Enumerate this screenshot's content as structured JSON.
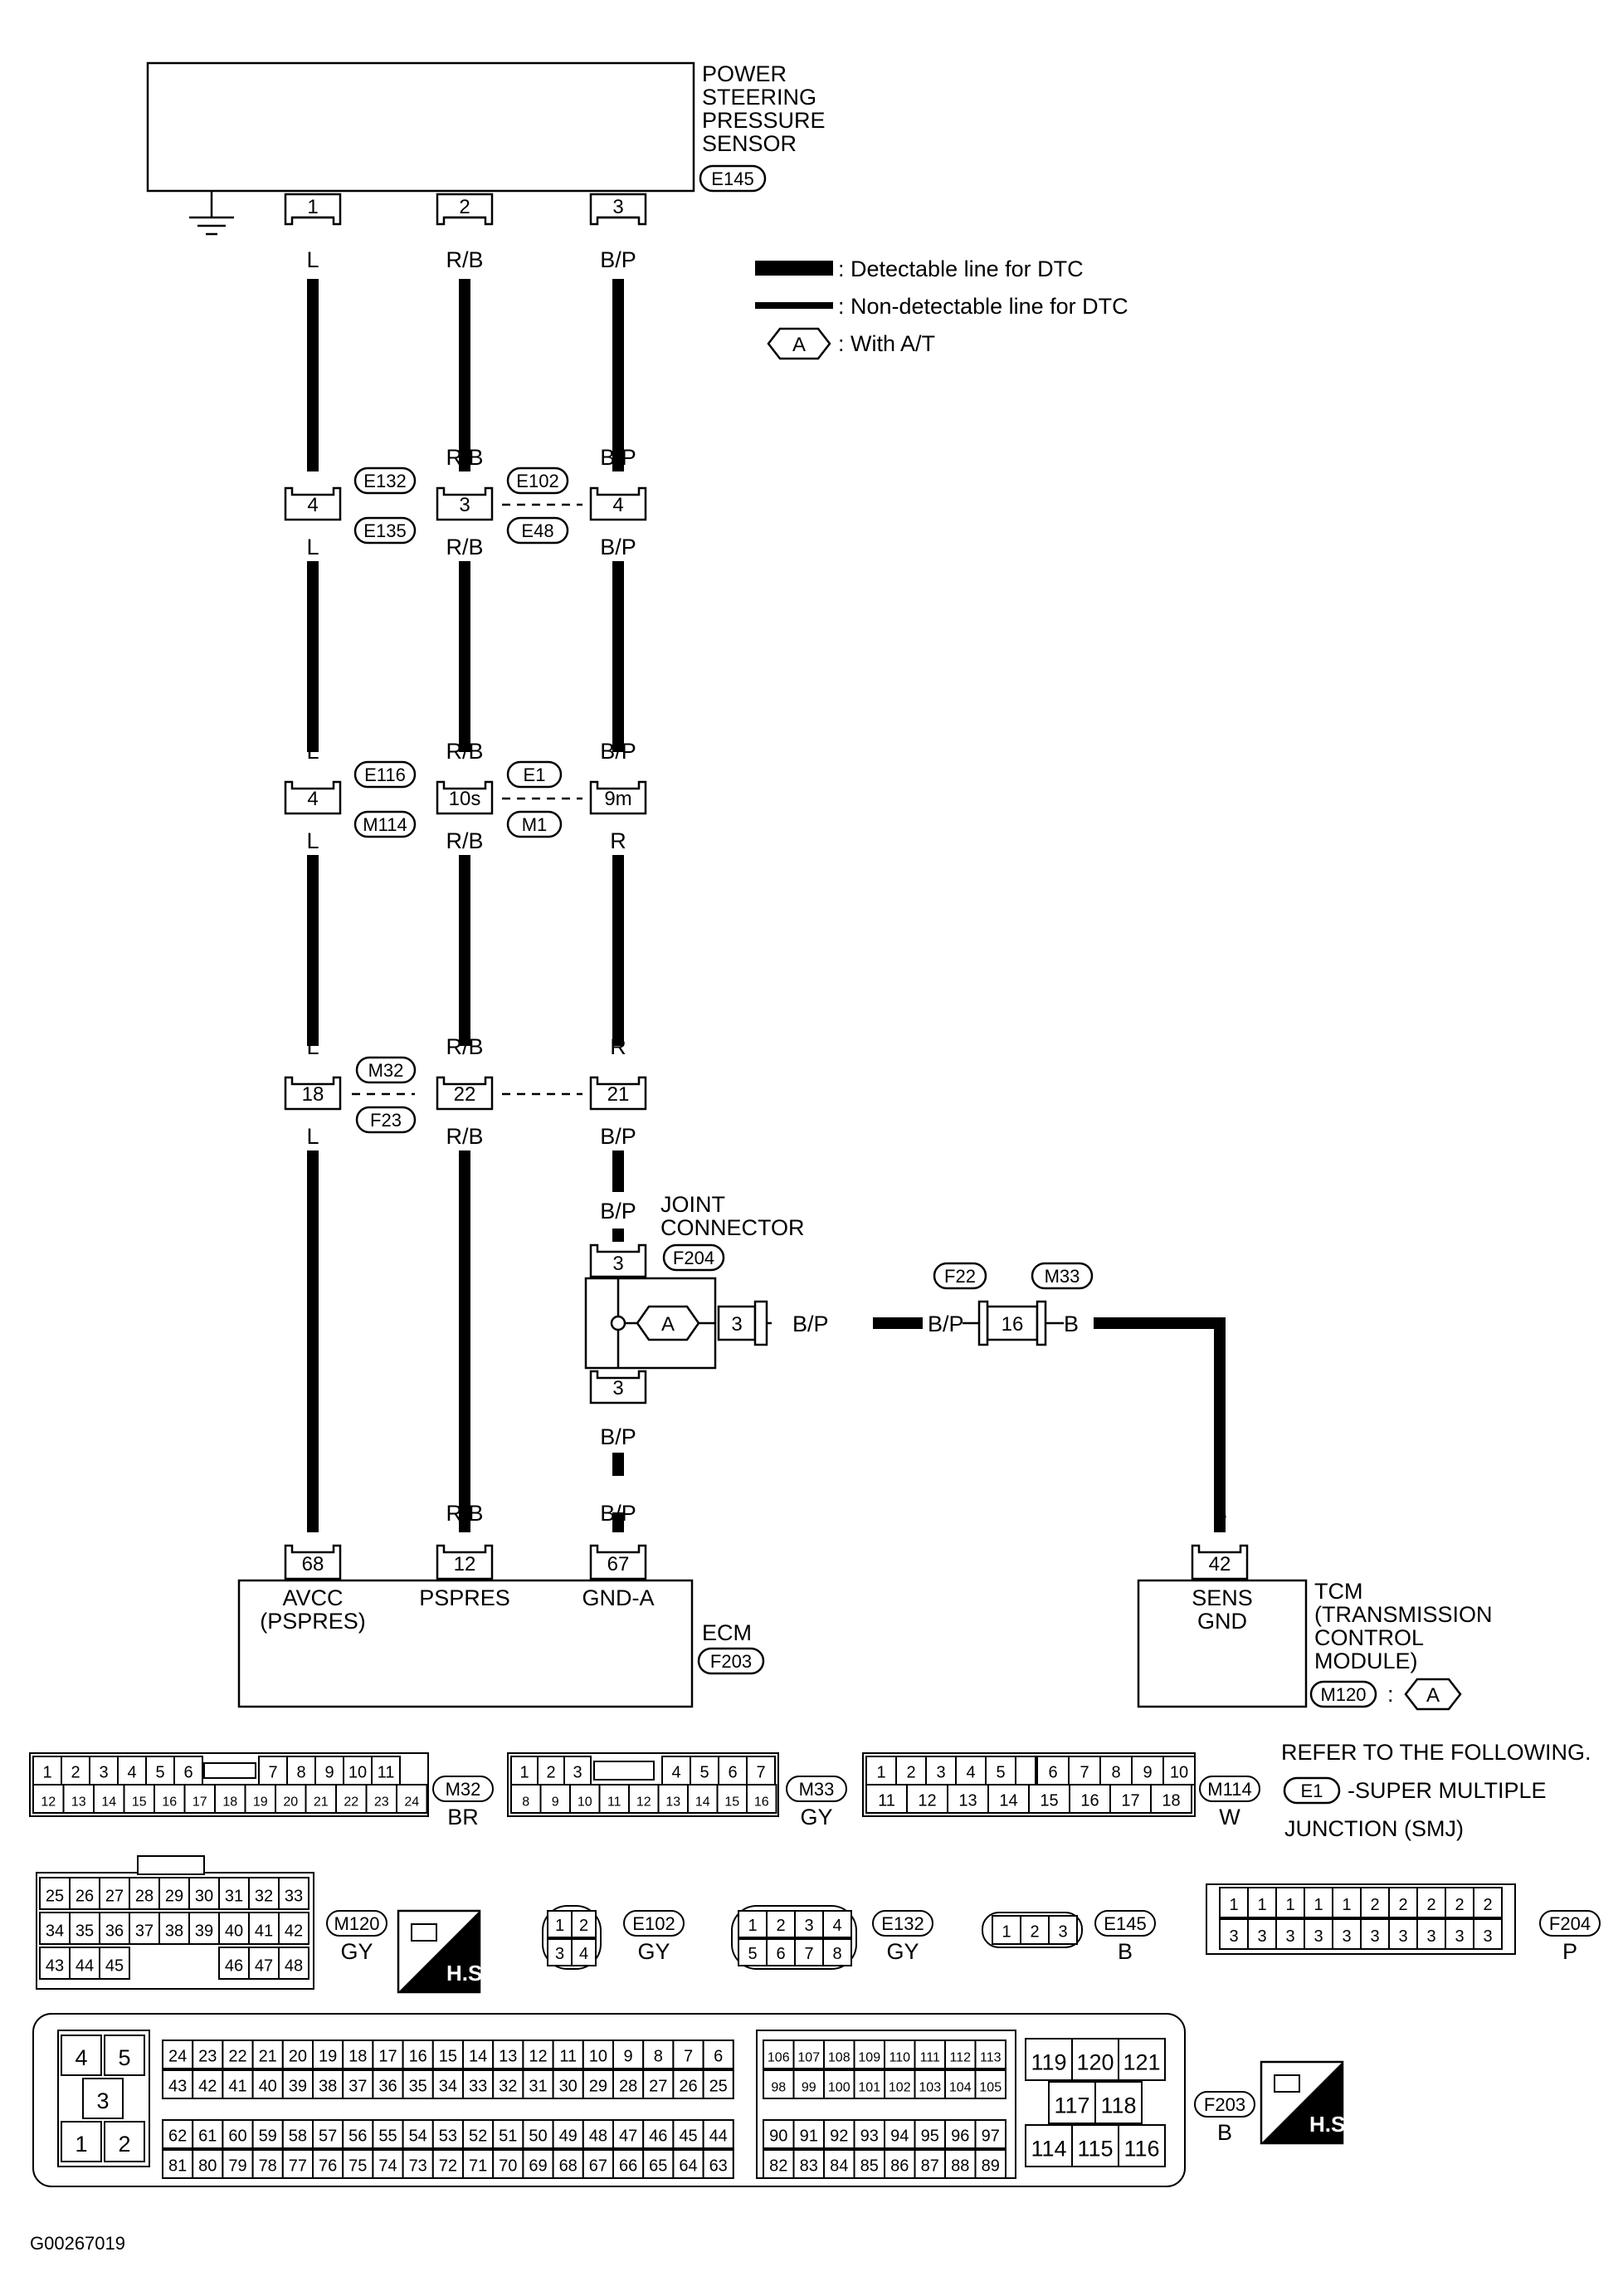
{
  "sensor": {
    "name": [
      "POWER",
      "STEERING",
      "PRESSURE",
      "SENSOR"
    ],
    "code": "E145",
    "pins": [
      "1",
      "2",
      "3"
    ]
  },
  "legend": {
    "detectable": ": Detectable line for DTC",
    "nondetectable": ": Non-detectable line for DTC",
    "symbol": "A",
    "with_at": ": With A/T"
  },
  "wires": {
    "l": "L",
    "rb": "R/B",
    "bp": "B/P",
    "r": "R",
    "b": "B"
  },
  "junctions": {
    "j1": {
      "pins": [
        "4",
        "3",
        "4"
      ],
      "codes": [
        "E132",
        "E135",
        "E102",
        "E48"
      ]
    },
    "j2": {
      "pins": [
        "4",
        "10s",
        "9m"
      ],
      "codes": [
        "E116",
        "M114",
        "E1",
        "M1"
      ]
    },
    "j3": {
      "pins": [
        "18",
        "22",
        "21"
      ],
      "codes": [
        "M32",
        "F23"
      ]
    }
  },
  "joint": {
    "title": [
      "JOINT",
      "CONNECTOR"
    ],
    "code": "F204",
    "pin_top": "3",
    "pin_bottom": "3",
    "pin_right": "3",
    "symbol": "A"
  },
  "f22": {
    "code": "F22",
    "code2": "M33",
    "pin": "16"
  },
  "ecm": {
    "pins": [
      "68",
      "12",
      "67"
    ],
    "labels": [
      "AVCC",
      "(PSPRES)",
      "PSPRES",
      "GND-A"
    ],
    "name": "ECM",
    "code": "F203"
  },
  "tcm": {
    "pin": "42",
    "labels": [
      "SENS",
      "GND"
    ],
    "name": [
      "TCM",
      "(TRANSMISSION",
      "CONTROL",
      "MODULE)"
    ],
    "code": "M120",
    "suffix": ":",
    "symbol": "A"
  },
  "connectors": {
    "m32": {
      "code": "M32",
      "color": "BR",
      "top": [
        "1",
        "2",
        "3",
        "4",
        "5",
        "6",
        "7",
        "8",
        "9",
        "10",
        "11"
      ],
      "bottom": [
        "12",
        "13",
        "14",
        "15",
        "16",
        "17",
        "18",
        "19",
        "20",
        "21",
        "22",
        "23",
        "24"
      ]
    },
    "m33": {
      "code": "M33",
      "color": "GY",
      "top": [
        "1",
        "2",
        "3",
        "4",
        "5",
        "6",
        "7"
      ],
      "bottom": [
        "8",
        "9",
        "10",
        "11",
        "12",
        "13",
        "14",
        "15",
        "16"
      ]
    },
    "m114": {
      "code": "M114",
      "color": "W",
      "top": [
        "1",
        "2",
        "3",
        "4",
        "5",
        "6",
        "7",
        "8",
        "9",
        "10"
      ],
      "bottom": [
        "11",
        "12",
        "13",
        "14",
        "15",
        "16",
        "17",
        "18"
      ]
    },
    "m120": {
      "code": "M120",
      "color": "GY",
      "row1": [
        "25",
        "26",
        "27",
        "28",
        "29",
        "30",
        "31",
        "32",
        "33"
      ],
      "row2": [
        "34",
        "35",
        "36",
        "37",
        "38",
        "39",
        "40",
        "41",
        "42"
      ],
      "row3a": [
        "43",
        "44",
        "45"
      ],
      "row3b": [
        "46",
        "47",
        "48"
      ]
    },
    "e102": {
      "code": "E102",
      "color": "GY",
      "pins": [
        "1",
        "2",
        "3",
        "4"
      ]
    },
    "e132": {
      "code": "E132",
      "color": "GY",
      "pins": [
        "1",
        "2",
        "3",
        "4",
        "5",
        "6",
        "7",
        "8"
      ]
    },
    "e145": {
      "code": "E145",
      "color": "B",
      "pins": [
        "1",
        "2",
        "3"
      ]
    },
    "f204": {
      "code": "F204",
      "color": "P",
      "top": [
        "1",
        "1",
        "1",
        "1",
        "1",
        "2",
        "2",
        "2",
        "2",
        "2"
      ],
      "bottom": [
        "3",
        "3",
        "3",
        "3",
        "3",
        "3",
        "3",
        "3",
        "3",
        "3"
      ]
    },
    "f203": {
      "code": "F203",
      "color": "B",
      "left": [
        "4",
        "5",
        "3",
        "1",
        "2"
      ],
      "a_r1": [
        "24",
        "23",
        "22",
        "21",
        "20",
        "19",
        "18",
        "17",
        "16",
        "15",
        "14",
        "13",
        "12",
        "11",
        "10",
        "9",
        "8",
        "7",
        "6"
      ],
      "a_r2": [
        "43",
        "42",
        "41",
        "40",
        "39",
        "38",
        "37",
        "36",
        "35",
        "34",
        "33",
        "32",
        "31",
        "30",
        "29",
        "28",
        "27",
        "26",
        "25"
      ],
      "a_r3": [
        "62",
        "61",
        "60",
        "59",
        "58",
        "57",
        "56",
        "55",
        "54",
        "53",
        "52",
        "51",
        "50",
        "49",
        "48",
        "47",
        "46",
        "45",
        "44"
      ],
      "a_r4": [
        "81",
        "80",
        "79",
        "78",
        "77",
        "76",
        "75",
        "74",
        "73",
        "72",
        "71",
        "70",
        "69",
        "68",
        "67",
        "66",
        "65",
        "64",
        "63"
      ],
      "b_r1": [
        "106",
        "107",
        "108",
        "109",
        "110",
        "111",
        "112",
        "113"
      ],
      "b_r2": [
        "98",
        "99",
        "100",
        "101",
        "102",
        "103",
        "104",
        "105"
      ],
      "b_r3": [
        "90",
        "91",
        "92",
        "93",
        "94",
        "95",
        "96",
        "97"
      ],
      "b_r4": [
        "82",
        "83",
        "84",
        "85",
        "86",
        "87",
        "88",
        "89"
      ],
      "c_top": [
        "119",
        "120",
        "121"
      ],
      "c_mid": [
        "117",
        "118"
      ],
      "c_bot": [
        "114",
        "115",
        "116"
      ]
    }
  },
  "refer": [
    "REFER TO THE FOLLOWING.",
    "E1",
    "-SUPER MULTIPLE",
    "JUNCTION (SMJ)"
  ],
  "hs": "H.S.",
  "figure_id": "G00267019"
}
